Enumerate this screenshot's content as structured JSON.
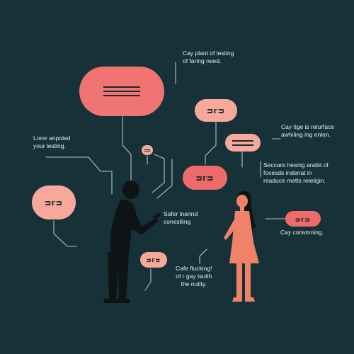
{
  "colors": {
    "background": "#163238",
    "bubble_large": "#f07472",
    "bubble_light": "#f6a99b",
    "bubble_mid": "#f2827a",
    "bubble_strong": "#ee6a6b",
    "man": "#0e1416",
    "woman": "#f0826a",
    "line": "#b8c4c4",
    "text": "#e8ecec"
  },
  "bubbles": {
    "large_top": {
      "glyph": "",
      "kind": "bars"
    },
    "top_right": {
      "glyph": "ᴝᴦᴝ"
    },
    "right_flat": {
      "glyph": "",
      "kind": "bars"
    },
    "center": {
      "glyph": "ᴝᴦᴝ"
    },
    "left": {
      "glyph": "ᴝᴦᴝ"
    },
    "far_right": {
      "glyph": "ᴝᴦᴝ"
    },
    "lower_center": {
      "glyph": "ᴝᴦᴝ"
    },
    "small_head": {
      "glyph": "ᴝᴝ"
    }
  },
  "labels": {
    "top_caption": "Cay plant of lesting\nof faring need.",
    "left_caption": "Lorer anpoled\nyour lesting.",
    "right_top_caption": "Cay tige is relurface\nawhiling ing enlen.",
    "right_mid_caption": "Seccare hesing arabit of\nfocesds indenat in\nreaduce metts releligin.",
    "center_caption": "Safer lnarind\nconestling",
    "far_right_caption": "Cay corwmning.",
    "bottom_caption": "Cafe flucking!\nof r gay tsulth\nthe nutity."
  }
}
